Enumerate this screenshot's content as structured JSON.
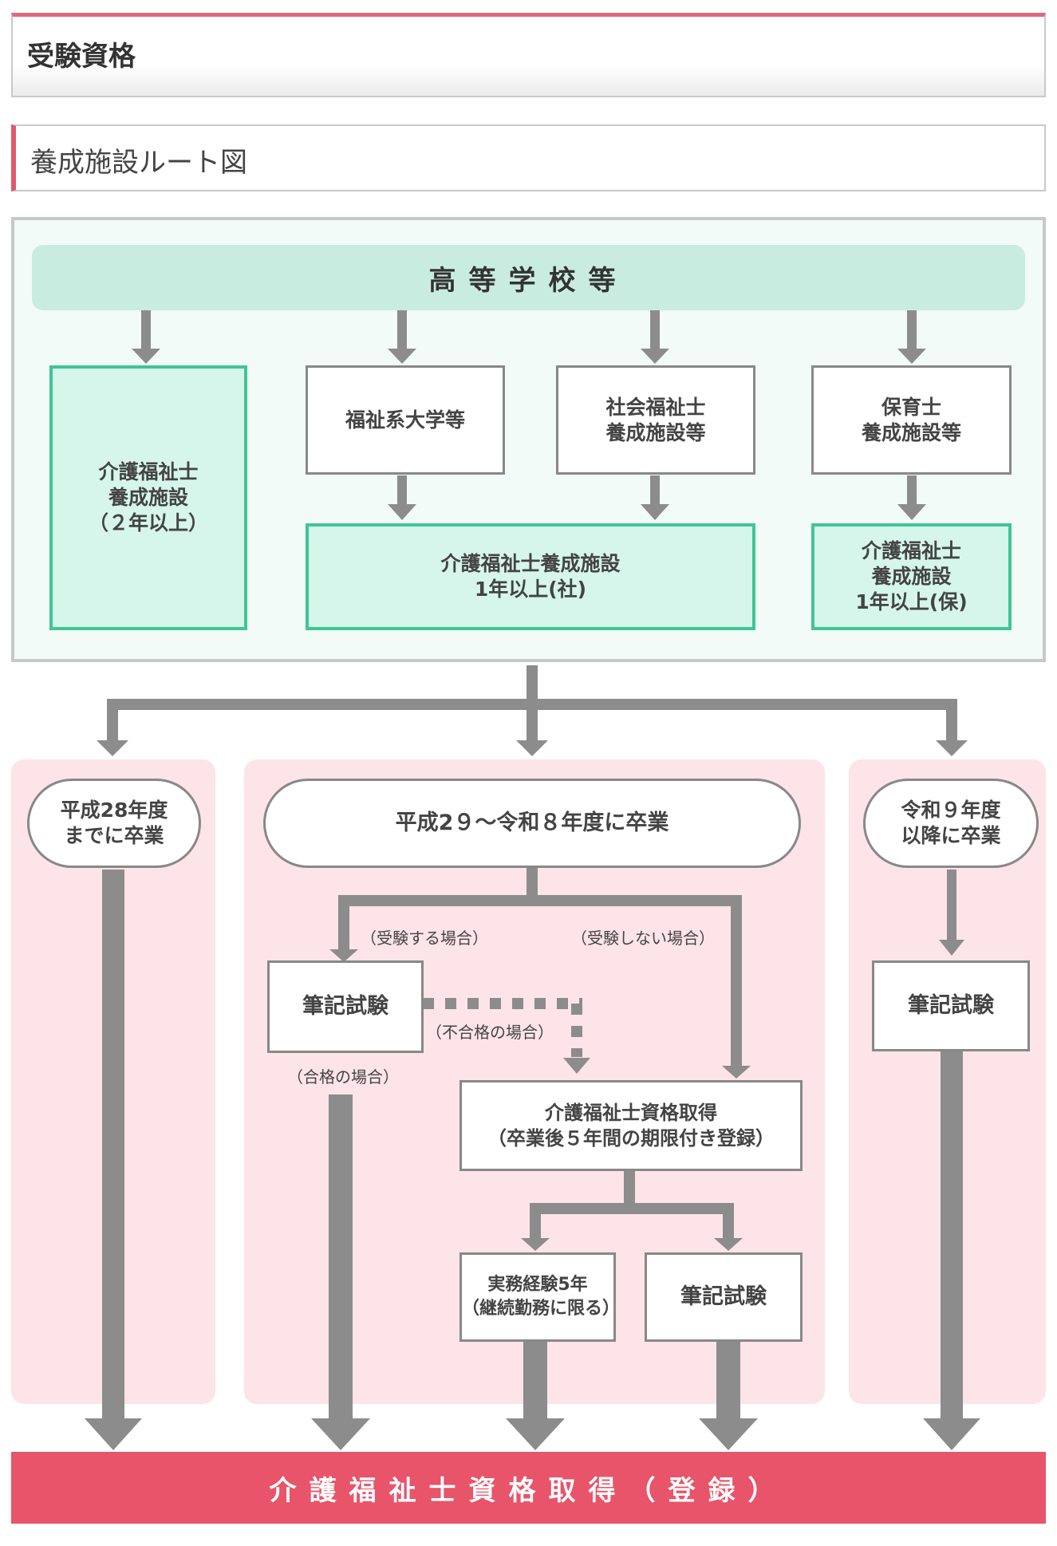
{
  "header": {
    "title": "受験資格"
  },
  "subheader": {
    "title": "養成施設ルート図"
  },
  "top": {
    "label": "高等学校等"
  },
  "boxes": {
    "kaigo2": "介護福祉士\n養成施設\n（２年以上）",
    "daigaku": "福祉系大学等",
    "shakai": "社会福祉士\n養成施設等",
    "hoiku": "保育士\n養成施設等",
    "kaigo1_sha": "介護福祉士養成施設\n1年以上(社)",
    "kaigo1_ho": "介護福祉士\n養成施設\n1年以上(保)"
  },
  "grad": {
    "h28": "平成28年度\nまでに卒業",
    "h29": "平成2９〜令和８年度に卒業",
    "r9": "令和９年度\n以降に卒業"
  },
  "labels": {
    "juken_suru": "（受験する場合）",
    "juken_shinai": "（受験しない場合）",
    "fugoukaku": "（不合格の場合）",
    "goukaku": "（合格の場合）"
  },
  "exam": {
    "hikki_mid": "筆記試験",
    "hikki_right": "筆記試験",
    "hikki_bottom": "筆記試験"
  },
  "shikaku": "介護福祉士資格取得\n（卒業後５年間の期限付き登録）",
  "jitsumu": "実務経験5年\n（継続勤務に限る）",
  "final": "介護福祉士資格取得（登録）",
  "colors": {
    "accent": "#e8546a",
    "green_border": "#3ec694",
    "green_fill": "#d6f6ec",
    "pink_bg": "#fce4e8",
    "arrow": "#8c8c8c"
  }
}
